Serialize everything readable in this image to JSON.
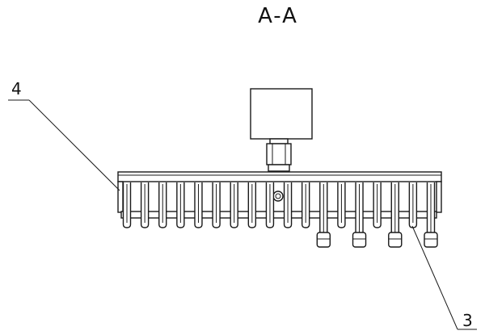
{
  "section_title": "A-A",
  "callouts": {
    "left_label": "4",
    "right_label": "3"
  },
  "tine_count": 18,
  "long_tine_count": 4
}
